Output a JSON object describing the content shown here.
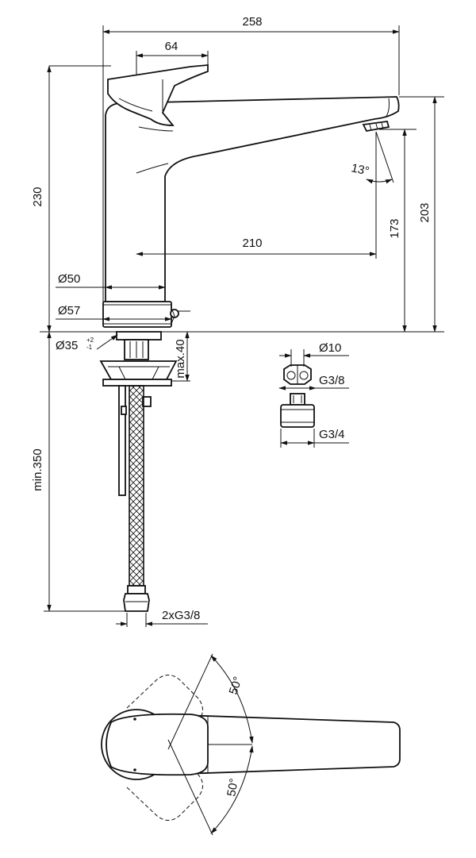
{
  "dimensions": {
    "total_reach": "258",
    "lever_reach": "64",
    "total_height": "230",
    "spout_reach": "210",
    "spout_angle": "13°",
    "spout_height": "173",
    "spout_top_height": "203",
    "body_dia": "Ø50",
    "base_dia": "Ø57",
    "hole_dia": "Ø35",
    "hole_tol_plus": "+2",
    "hole_tol_minus": "-1",
    "max_deck": "max.40",
    "min_length": "min.350",
    "hose_thread": "2xG3/8"
  },
  "adapter": {
    "pipe_dia": "Ø10",
    "nut_thread": "G3/8",
    "adapter_thread": "G3/4"
  },
  "plan_view": {
    "rotation_upper": "50°",
    "rotation_lower": "50°"
  }
}
